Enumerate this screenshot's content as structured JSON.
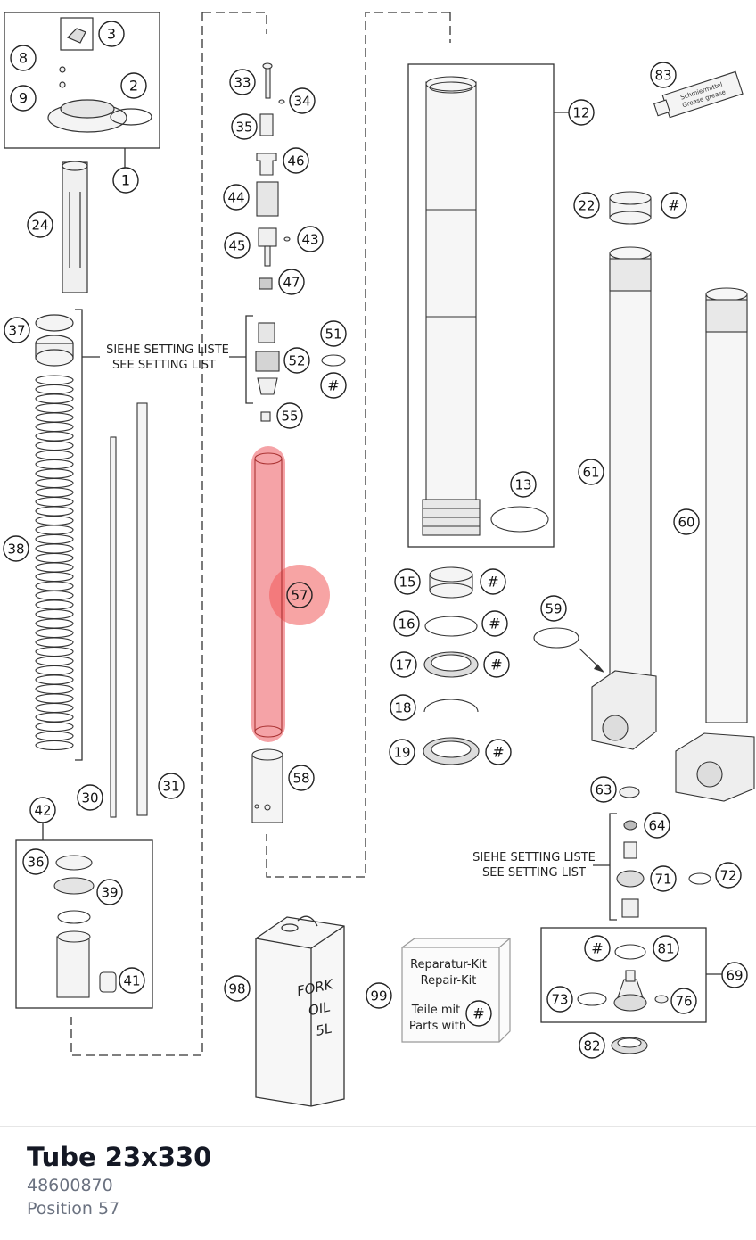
{
  "part": {
    "name": "Tube 23x330",
    "number": "48600870",
    "position_label": "Position 57"
  },
  "diagram": {
    "highlight_color": "#f05a5a",
    "callouts": [
      {
        "id": "c3",
        "label": "3"
      },
      {
        "id": "c8",
        "label": "8"
      },
      {
        "id": "c9",
        "label": "9"
      },
      {
        "id": "c2",
        "label": "2"
      },
      {
        "id": "c1",
        "label": "1"
      },
      {
        "id": "c24",
        "label": "24"
      },
      {
        "id": "c37",
        "label": "37"
      },
      {
        "id": "c38",
        "label": "38"
      },
      {
        "id": "c30",
        "label": "30"
      },
      {
        "id": "c31",
        "label": "31"
      },
      {
        "id": "c42",
        "label": "42"
      },
      {
        "id": "c36",
        "label": "36"
      },
      {
        "id": "c39",
        "label": "39"
      },
      {
        "id": "c41",
        "label": "41"
      },
      {
        "id": "c33",
        "label": "33"
      },
      {
        "id": "c34",
        "label": "34"
      },
      {
        "id": "c35",
        "label": "35"
      },
      {
        "id": "c46",
        "label": "46"
      },
      {
        "id": "c44",
        "label": "44"
      },
      {
        "id": "c45",
        "label": "45"
      },
      {
        "id": "c43",
        "label": "43"
      },
      {
        "id": "c47",
        "label": "47"
      },
      {
        "id": "c51",
        "label": "51"
      },
      {
        "id": "c52",
        "label": "52"
      },
      {
        "id": "c52h",
        "label": "#"
      },
      {
        "id": "c55",
        "label": "55"
      },
      {
        "id": "c57",
        "label": "57"
      },
      {
        "id": "c58",
        "label": "58"
      },
      {
        "id": "c98",
        "label": "98"
      },
      {
        "id": "c99",
        "label": "99"
      },
      {
        "id": "c12",
        "label": "12"
      },
      {
        "id": "c13",
        "label": "13"
      },
      {
        "id": "c83",
        "label": "83"
      },
      {
        "id": "c22",
        "label": "22"
      },
      {
        "id": "c22h",
        "label": "#"
      },
      {
        "id": "c61",
        "label": "61"
      },
      {
        "id": "c60",
        "label": "60"
      },
      {
        "id": "c15",
        "label": "15"
      },
      {
        "id": "c15h",
        "label": "#"
      },
      {
        "id": "c16",
        "label": "16"
      },
      {
        "id": "c16h",
        "label": "#"
      },
      {
        "id": "c17",
        "label": "17"
      },
      {
        "id": "c17h",
        "label": "#"
      },
      {
        "id": "c18",
        "label": "18"
      },
      {
        "id": "c19",
        "label": "19"
      },
      {
        "id": "c19h",
        "label": "#"
      },
      {
        "id": "c59",
        "label": "59"
      },
      {
        "id": "c63",
        "label": "63"
      },
      {
        "id": "c64",
        "label": "64"
      },
      {
        "id": "c71",
        "label": "71"
      },
      {
        "id": "c72",
        "label": "72"
      },
      {
        "id": "c81h",
        "label": "#"
      },
      {
        "id": "c81",
        "label": "81"
      },
      {
        "id": "c69",
        "label": "69"
      },
      {
        "id": "c73",
        "label": "73"
      },
      {
        "id": "c76",
        "label": "76"
      },
      {
        "id": "c82",
        "label": "82"
      },
      {
        "id": "ckit",
        "label": "#"
      }
    ],
    "setting_note_left": {
      "de": "SIEHE SETTING LISTE",
      "en": "SEE SETTING LIST"
    },
    "setting_note_right": {
      "de": "SIEHE SETTING LISTE",
      "en": "SEE SETTING LIST"
    },
    "oil_can": {
      "line1": "FORK",
      "line2": "OIL",
      "line3": "5L"
    },
    "repair_kit": {
      "line1": "Reparatur-Kit",
      "line2": "Repair-Kit",
      "line3": "Teile mit",
      "line4": "Parts with"
    },
    "grease_tube": {
      "line1": "Schmiermittel",
      "line2": "Grease grease"
    }
  }
}
